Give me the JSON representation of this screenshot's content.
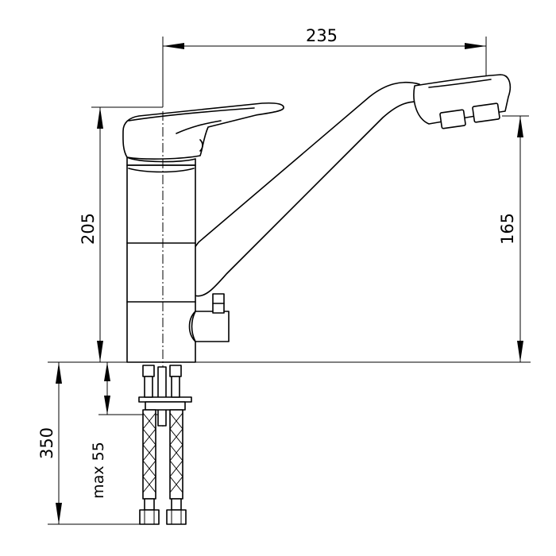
{
  "dimensions": {
    "width_top": "235",
    "height_total": "205",
    "spout_height": "165",
    "hose_length": "350",
    "max_thread": "max 55"
  },
  "colors": {
    "line": "#000000",
    "background": "#ffffff"
  }
}
